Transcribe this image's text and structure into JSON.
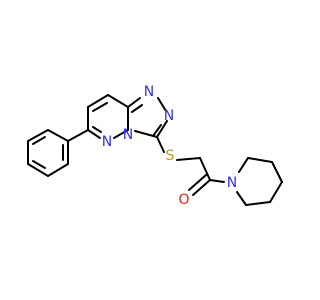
{
  "colors": {
    "N": "#2f2fff",
    "O": "#ff1a1a",
    "S": "#b8a01e",
    "bond": "#000000",
    "background": "#ffffff"
  },
  "atoms": [
    {
      "element": "N",
      "label": "N"
    },
    {
      "element": "N",
      "label": "N"
    },
    {
      "element": "N",
      "label": "N"
    },
    {
      "element": "N",
      "label": "N"
    },
    {
      "element": "S",
      "label": "S"
    },
    {
      "element": "O",
      "label": "O"
    },
    {
      "element": "N",
      "label": "N"
    }
  ]
}
